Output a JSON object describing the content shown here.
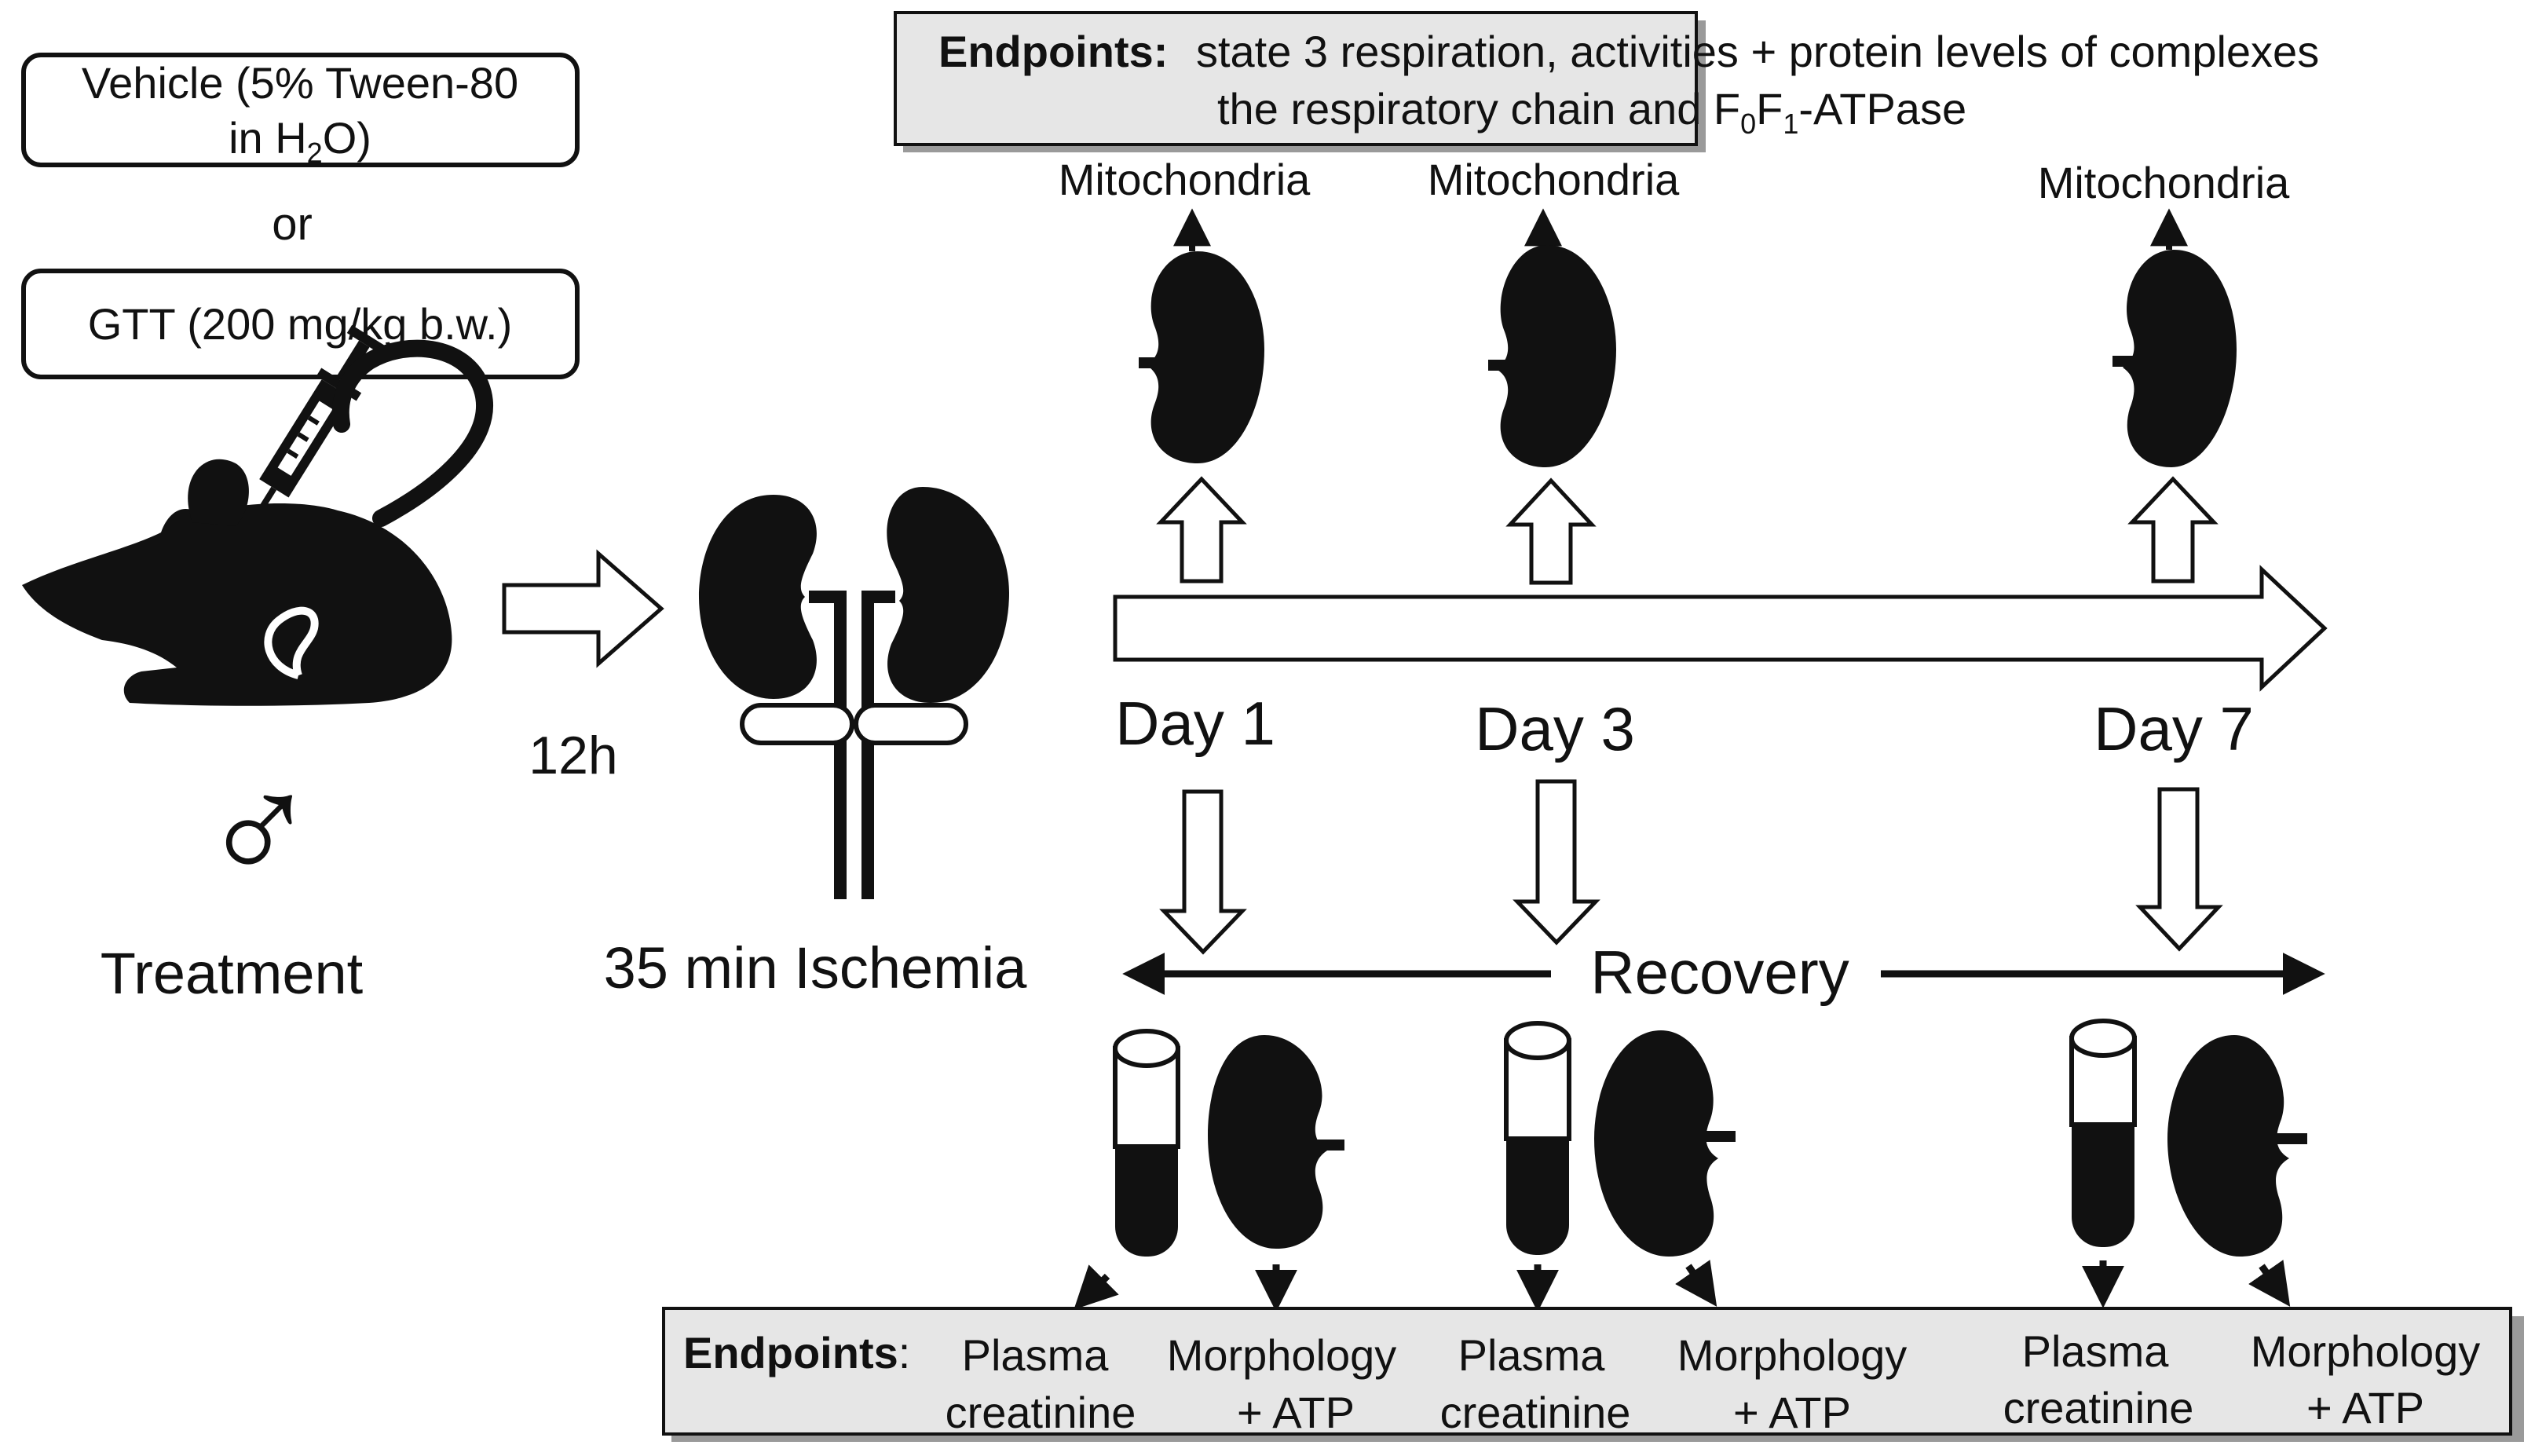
{
  "treatment": {
    "vehicle_label_line1": "Vehicle (5% Tween-80",
    "vehicle_label_line2_pre": "in H",
    "vehicle_label_line2_sub": "2",
    "vehicle_label_line2_post": "O)",
    "or_label": "or",
    "gtt_label": "GTT (200 mg/kg b.w.)",
    "sex_symbol": "♂",
    "caption": "Treatment"
  },
  "interval_label": "12h",
  "ischemia_label": "35 min Ischemia",
  "top_endpoints": {
    "heading": "Endpoints:",
    "line1": "state 3 respiration, activities + protein levels of complexes",
    "line2_pre": "the respiratory chain and F",
    "sub1": "0",
    "mid": "F",
    "sub2": "1",
    "line2_post": "-ATPase"
  },
  "mitochondria_labels": [
    "Mitochondria",
    "Mitochondria",
    "Mitochondria"
  ],
  "days": [
    "Day 1",
    "Day 3",
    "Day 7"
  ],
  "recovery_label": "Recovery",
  "bottom_endpoints": {
    "heading": "Endpoints",
    "colon": ":",
    "groups": [
      {
        "plasma_line1": "Plasma",
        "plasma_line2": "creatinine",
        "morph_line1": "Morphology",
        "morph_line2": "+ ATP"
      },
      {
        "plasma_line1": "Plasma",
        "plasma_line2": "creatinine",
        "morph_line1": "Morphology",
        "morph_line2": "+ ATP"
      },
      {
        "plasma_line1": "Plasma",
        "plasma_line2": "creatinine",
        "morph_line1": "Morphology",
        "morph_line2": "+ ATP"
      }
    ]
  },
  "colors": {
    "ink": "#111111",
    "box_fill_gray": "#e6e6e6",
    "shadow": "#9a9a9a",
    "white": "#ffffff"
  }
}
